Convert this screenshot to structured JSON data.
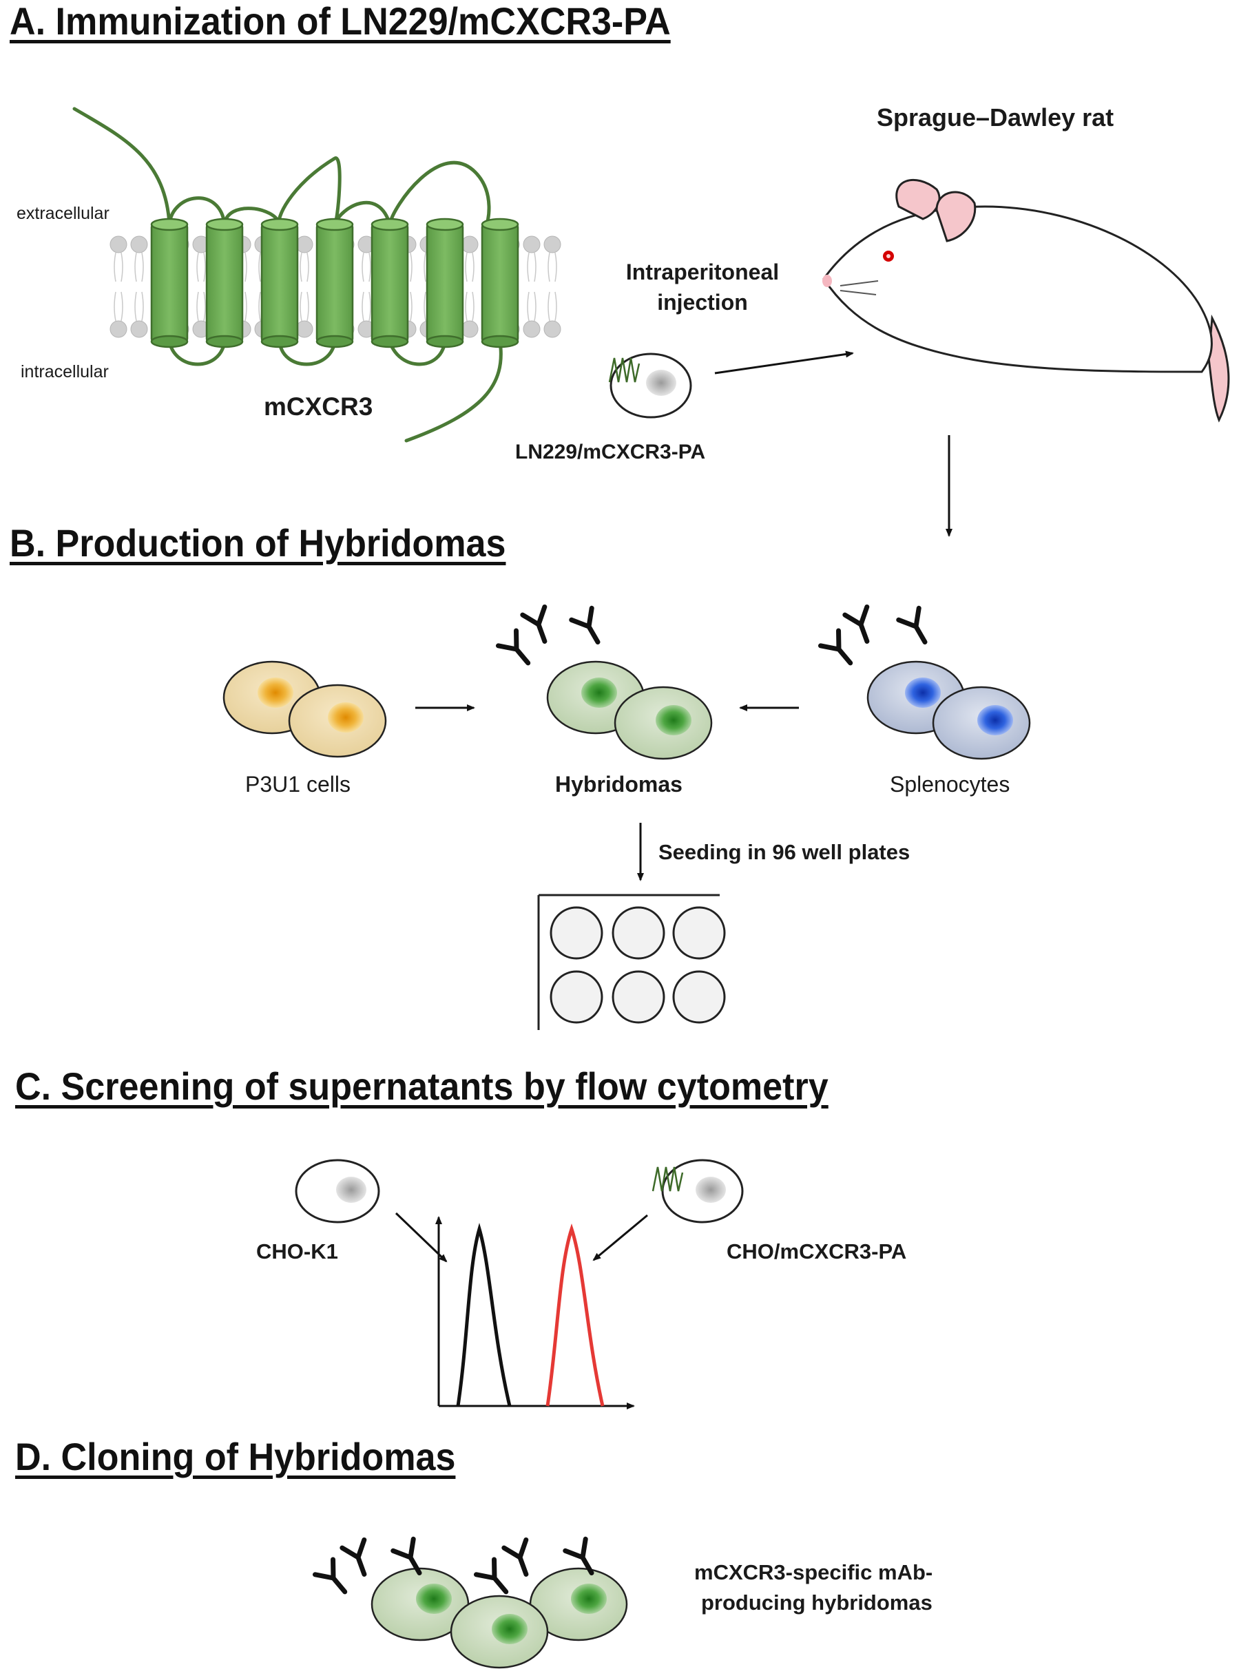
{
  "sections": {
    "a": {
      "heading": "A. Immunization of LN229/mCXCR3-PA",
      "extracellular": "extracellular",
      "intracellular": "intracellular",
      "receptor": "mCXCR3",
      "animal": "Sprague–Dawley rat",
      "route_line1": "Intraperitoneal",
      "route_line2": "injection",
      "cell": "LN229/mCXCR3-PA"
    },
    "b": {
      "heading": "B. Production of Hybridomas",
      "p3u1": "P3U1 cells",
      "hybridomas": "Hybridomas",
      "splenocytes": "Splenocytes",
      "seeding": "Seeding in 96 well plates"
    },
    "c": {
      "heading": "C. Screening of supernatants by flow cytometry",
      "cho_k1": "CHO-K1",
      "cho_mcxcr3": "CHO/mCXCR3-PA"
    },
    "d": {
      "heading": "D. Cloning of Hybridomas",
      "result_line1": "mCXCR3-specific mAb-",
      "result_line2": "producing hybridomas"
    }
  },
  "colors": {
    "receptor_green": "#6aa84f",
    "p3u1_nucleus": "#e8a317",
    "hybridoma_nucleus": "#3a8f2e",
    "splenocyte_nucleus": "#1f4fd1",
    "positive_peak": "#e53935",
    "negative_peak": "#111111",
    "rat_ear_tail": "#f5c6cb",
    "rat_eye": "#d40000"
  },
  "icons": [
    "antibody-icon",
    "cell-icon",
    "rat-icon",
    "well-plate-icon",
    "histogram-icon"
  ]
}
